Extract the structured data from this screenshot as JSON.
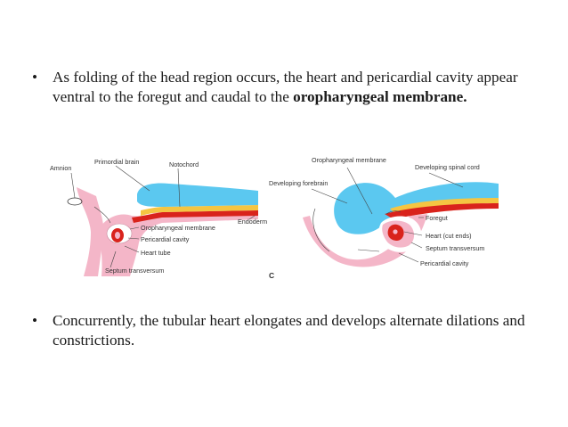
{
  "bullets": [
    {
      "symbol": "•",
      "text": "As folding of the head region occurs, the heart and pericardial cavity appear ventral to the foregut and caudal to the ",
      "bold": "oropharyngeal membrane."
    },
    {
      "symbol": "•",
      "text": "Concurrently, the tubular heart elongates and develops alternate dilations and constrictions."
    }
  ],
  "figure": {
    "left_labels": {
      "amnion": "Amnion",
      "primordial_brain": "Primordial brain",
      "notochord": "Notochord",
      "endoderm": "Endoderm",
      "oropharyngeal_membrane": "Oropharyngeal membrane",
      "pericardial_cavity": "Pericardial cavity",
      "heart_tube": "Heart tube",
      "septum_transversum": "Septum transversum"
    },
    "right_labels": {
      "oropharyngeal_membrane": "Oropharyngeal membrane",
      "developing_spinal_cord": "Developing spinal cord",
      "developing_forebrain": "Developing forebrain",
      "foregut": "Foregut",
      "heart_cut_ends": "Heart (cut ends)",
      "septum_transversum": "Septum transversum",
      "pericardial_cavity": "Pericardial cavity"
    },
    "panel_letter": "C",
    "colors": {
      "neural_tube": "#5bc8f0",
      "notochord_layer": "#f5c542",
      "endoderm_layer": "#d9231c",
      "mesoderm_tissue": "#f4b6c8",
      "heart": "#d9231c"
    }
  }
}
